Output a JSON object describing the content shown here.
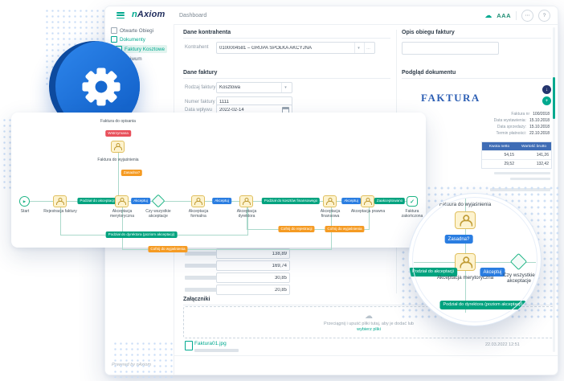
{
  "topbar": {
    "logo_n": "n",
    "logo_axiom": "Axiom",
    "page": "Dashboard",
    "aaa": "AAA"
  },
  "sidebar": {
    "items": [
      "Otwarte Obiegi",
      "Dokumenty",
      "Faktury Kosztowe",
      "Archiwum"
    ]
  },
  "form": {
    "sec1_title": "Dane kontrahenta",
    "kontrahent_label": "Kontrahent",
    "kontrahent_value": "0100004581 – GRUPA SPÓŁKA AKCYJNA",
    "sec2_title": "Dane faktury",
    "rows": [
      {
        "label": "Rodzaj faktury",
        "value": "Kosztowa"
      },
      {
        "label": "Numer faktury",
        "value": "1111"
      },
      {
        "label": "Data wpływu",
        "value": "2022-02-14"
      }
    ],
    "amounts": [
      "138,89",
      "169,74",
      "30,85",
      "20,85"
    ],
    "sec3_title": "Załączniki",
    "drop_text": "Przeciągnij i upuść pliki tutaj, aby je dodać lub",
    "drop_link": "wybierz pliki",
    "file_name": "Faktura01.jpg",
    "file_date": "22.03.2022 12:51",
    "powered": "Powered by nAxiom"
  },
  "preview": {
    "opis_title": "Opis obiegu faktury",
    "title": "Podgląd dokumentu",
    "doc_title": "FAKTURA",
    "meta": [
      [
        "Faktura nr",
        "100/2018"
      ],
      [
        "Data wystawienia:",
        "15.10.2018"
      ],
      [
        "Data sprzedaży:",
        "15.10.2018"
      ],
      [
        "Termin płatności:",
        "22.10.2018"
      ]
    ],
    "thead": [
      "Kwota netto",
      "Wartość brutto"
    ],
    "trows": [
      [
        "54,15",
        "141,26"
      ],
      [
        "29,52",
        "132,42"
      ]
    ]
  },
  "workflow": {
    "top_label": "Faktura do opisania",
    "top_badge": "Wstrzymana",
    "mid_label": "Faktura do wyjaśnienia",
    "mid_badge": "Zasadna?",
    "row": [
      {
        "label": "Start"
      },
      {
        "label": "Rejestracja faktury"
      },
      {
        "label": "Podział do akceptacji"
      },
      {
        "label": "Akceptacja merytoryczna"
      },
      {
        "label": "Akceptuj"
      },
      {
        "label": "Czy wszystkie akceptacje"
      },
      {
        "label": "Akceptacja formalna"
      },
      {
        "label": "Akceptuj"
      },
      {
        "label": "Akceptacja dyrektora"
      },
      {
        "label": "Podział do kosztów finansowego"
      },
      {
        "label": "Akceptacja finansowa"
      },
      {
        "label": "Akceptuj"
      },
      {
        "label": "Akceptacja prawna"
      },
      {
        "label": "Zaakceptowano"
      },
      {
        "label": "Faktura zakończona"
      }
    ],
    "returns": [
      "Podział do dyrektora (poziom akceptacji)",
      "Cofnij do wyjaśnienia",
      "Cofnij do rejestracji",
      "Cofnij do wyjaśnienia"
    ]
  },
  "magnifier": {
    "node1": "Faktura do wyjaśnienia",
    "badge1": "Zasadna?",
    "node2": "Akceptacja merytoryczna",
    "badge_left": "Podział do akceptacji",
    "badge_right": "Akceptuj",
    "gateway": "Czy wszystkie akceptacje",
    "badge_bottom": "Podział do dyrektora (poziom akceptacji)"
  }
}
